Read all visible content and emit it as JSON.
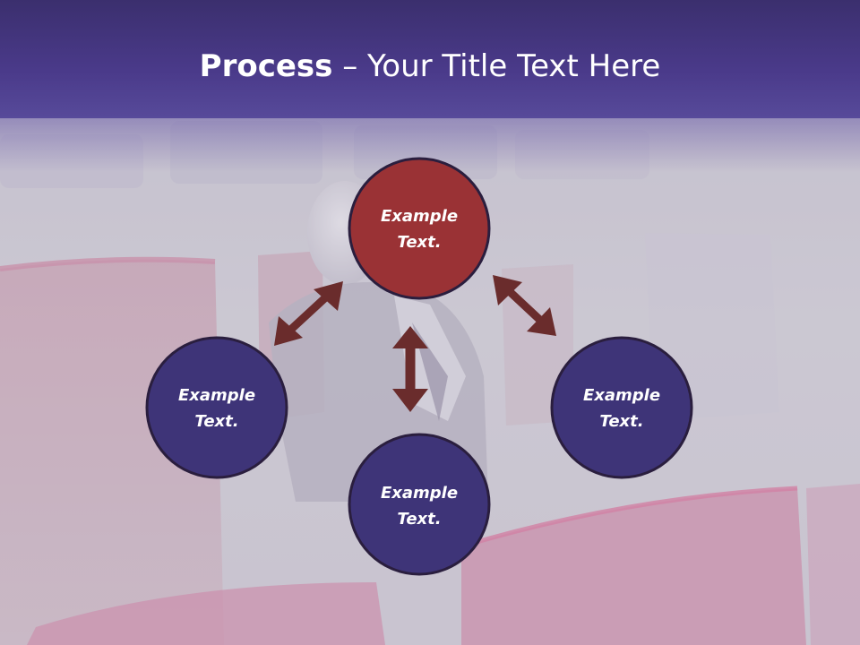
{
  "title": {
    "bold": "Process",
    "dash": " – ",
    "rest": "Your Title Text Here"
  },
  "colors": {
    "center_node": "#9a3235",
    "outer_node": "#3e3478",
    "node_stroke": "#2a1e3e",
    "arrow": "#6a2c2c",
    "header": "#4a3a8a"
  },
  "nodes": [
    {
      "id": "top",
      "line1": "Example",
      "line2": "Text."
    },
    {
      "id": "left",
      "line1": "Example",
      "line2": "Text."
    },
    {
      "id": "right",
      "line1": "Example",
      "line2": "Text."
    },
    {
      "id": "bottom",
      "line1": "Example",
      "line2": "Text."
    }
  ]
}
